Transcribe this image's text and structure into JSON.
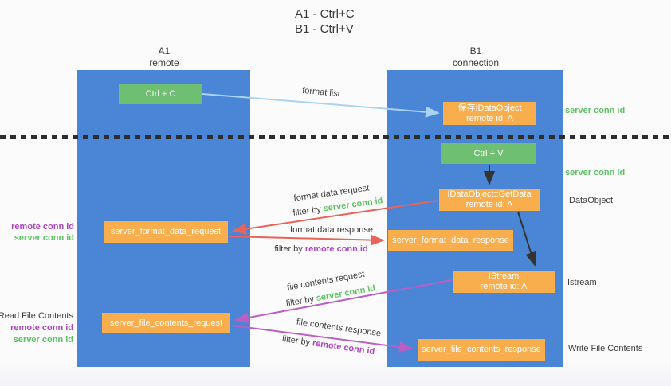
{
  "title": {
    "line1": "A1 - Ctrl+C",
    "line2": "B1 - Ctrl+V"
  },
  "lanes": {
    "left": {
      "name": "A1",
      "role": "remote"
    },
    "right": {
      "name": "B1",
      "role": "connection"
    }
  },
  "nodes": {
    "ctrl_c": {
      "label": "Ctrl + C"
    },
    "save_idataobject": {
      "line1": "保存IDataObject",
      "line2": "remote id: A"
    },
    "ctrl_v": {
      "label": "Ctrl + V"
    },
    "idataobject_getdata": {
      "line1": "IDataObject::GetData",
      "line2": "remote id: A"
    },
    "server_format_data_request": {
      "label": "server_format_data_request"
    },
    "server_format_data_response": {
      "label": "server_format_data_response"
    },
    "istream": {
      "line1": "IStream",
      "line2": "remote id: A"
    },
    "server_file_contents_request": {
      "label": "server_file_contents_request"
    },
    "server_file_contents_response": {
      "label": "server_file_contents_response"
    }
  },
  "arrows": {
    "format_list": {
      "label": "format list"
    },
    "format_data_request": {
      "label": "format data request",
      "filter_prefix": "filter by ",
      "filter_key": "server conn id"
    },
    "format_data_response": {
      "label": "format data response",
      "filter_prefix": "filter by ",
      "filter_key": "remote conn id"
    },
    "file_contents_request": {
      "label": "file contents request",
      "filter_prefix": "filter by ",
      "filter_key": "server conn id"
    },
    "file_contents_response": {
      "label": "file contents response",
      "filter_prefix": "filter by ",
      "filter_key": "remote conn id"
    }
  },
  "side_labels": {
    "server_conn_id": "server conn id",
    "remote_conn_id": "remote conn id",
    "dataobject": "DataObject",
    "istream": "Istream",
    "read_file_contents": "Read File Contents",
    "write_file_contents": "Write File Contents"
  },
  "colors": {
    "lane_blue": "#4a85d6",
    "node_orange": "#f8ae4d",
    "node_green": "#6fbf72",
    "green_text": "#5dc263",
    "purple_text": "#ab47bc",
    "red_arrow": "#e8645a",
    "purple_arrow": "#bb5fc4",
    "light_blue_arrow": "#a8d3f2",
    "dark_arrow": "#333333"
  }
}
